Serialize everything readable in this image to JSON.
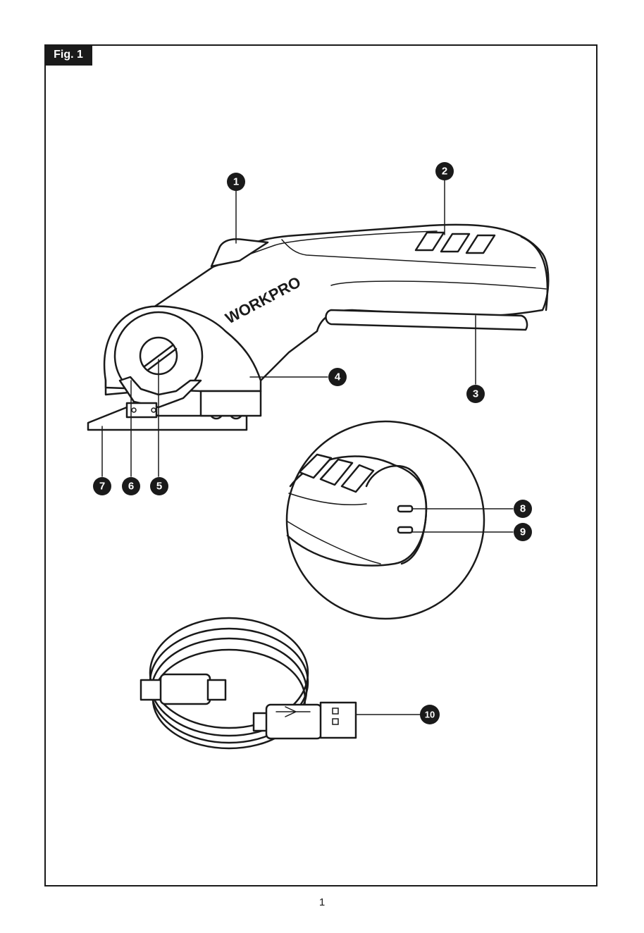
{
  "figure": {
    "label": "Fig. 1",
    "brand_text": "WORKPRO",
    "callouts": [
      "1",
      "2",
      "3",
      "4",
      "5",
      "6",
      "7",
      "8",
      "9",
      "10"
    ]
  },
  "page": {
    "number": "1"
  },
  "colors": {
    "ink": "#1a1a1a",
    "paper": "#ffffff"
  }
}
